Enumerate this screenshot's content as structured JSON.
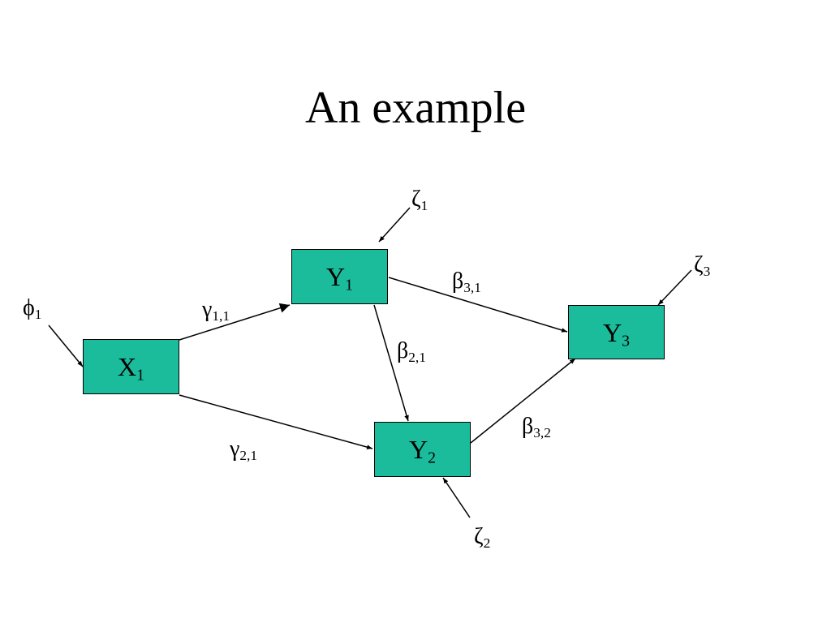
{
  "title": "An example",
  "colors": {
    "node_fill": "#1abc9c",
    "line": "#000000"
  },
  "nodes": {
    "x1": {
      "main": "X",
      "sub": "1"
    },
    "y1": {
      "main": "Y",
      "sub": "1"
    },
    "y2": {
      "main": "Y",
      "sub": "2"
    },
    "y3": {
      "main": "Y",
      "sub": "3"
    }
  },
  "edges": {
    "gamma11": {
      "sym": "γ",
      "sub": "1,1"
    },
    "gamma21": {
      "sym": "γ",
      "sub": "2,1"
    },
    "beta31": {
      "sym": "β",
      "sub": "3,1"
    },
    "beta21": {
      "sym": "β",
      "sub": "2,1"
    },
    "beta32": {
      "sym": "β",
      "sub": "3,2"
    }
  },
  "errors": {
    "phi1": {
      "sym": "ϕ",
      "sub": "1"
    },
    "zeta1": {
      "sym": "ζ",
      "sub": "1"
    },
    "zeta2": {
      "sym": "ζ",
      "sub": "2"
    },
    "zeta3": {
      "sym": "ζ",
      "sub": "3"
    }
  }
}
